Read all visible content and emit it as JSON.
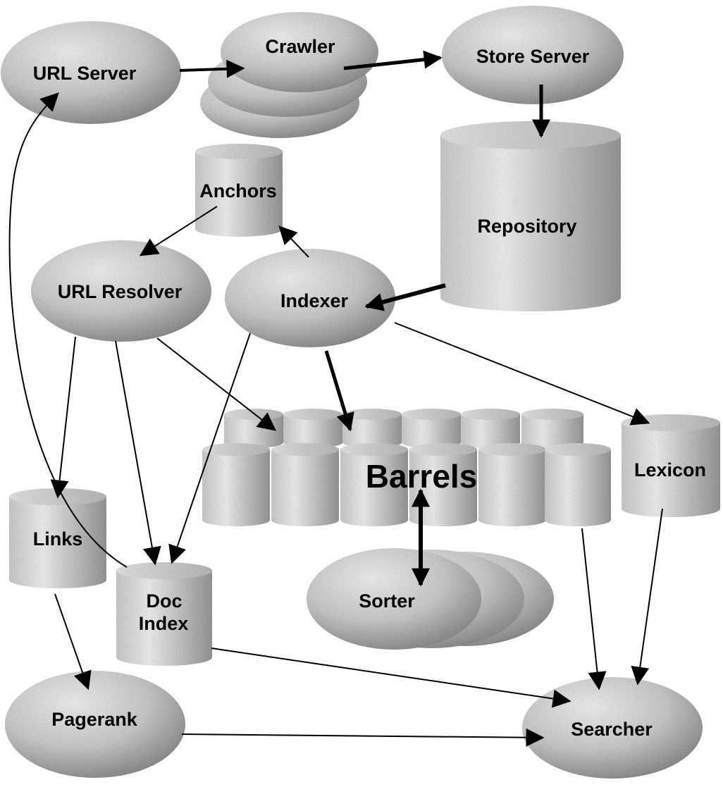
{
  "nodes": {
    "url_server": "URL Server",
    "crawler": "Crawler",
    "store_server": "Store Server",
    "anchors": "Anchors",
    "repository": "Repository",
    "url_resolver": "URL Resolver",
    "indexer": "Indexer",
    "barrels": "Barrels",
    "lexicon": "Lexicon",
    "links": "Links",
    "doc_index_line1": "Doc",
    "doc_index_line2": "Index",
    "sorter": "Sorter",
    "pagerank": "Pagerank",
    "searcher": "Searcher"
  },
  "colors": {
    "fill_light": "#f2f2f2",
    "fill_mid": "#c8c8c8",
    "fill_dark": "#8a8a8a",
    "ink": "#000000"
  }
}
